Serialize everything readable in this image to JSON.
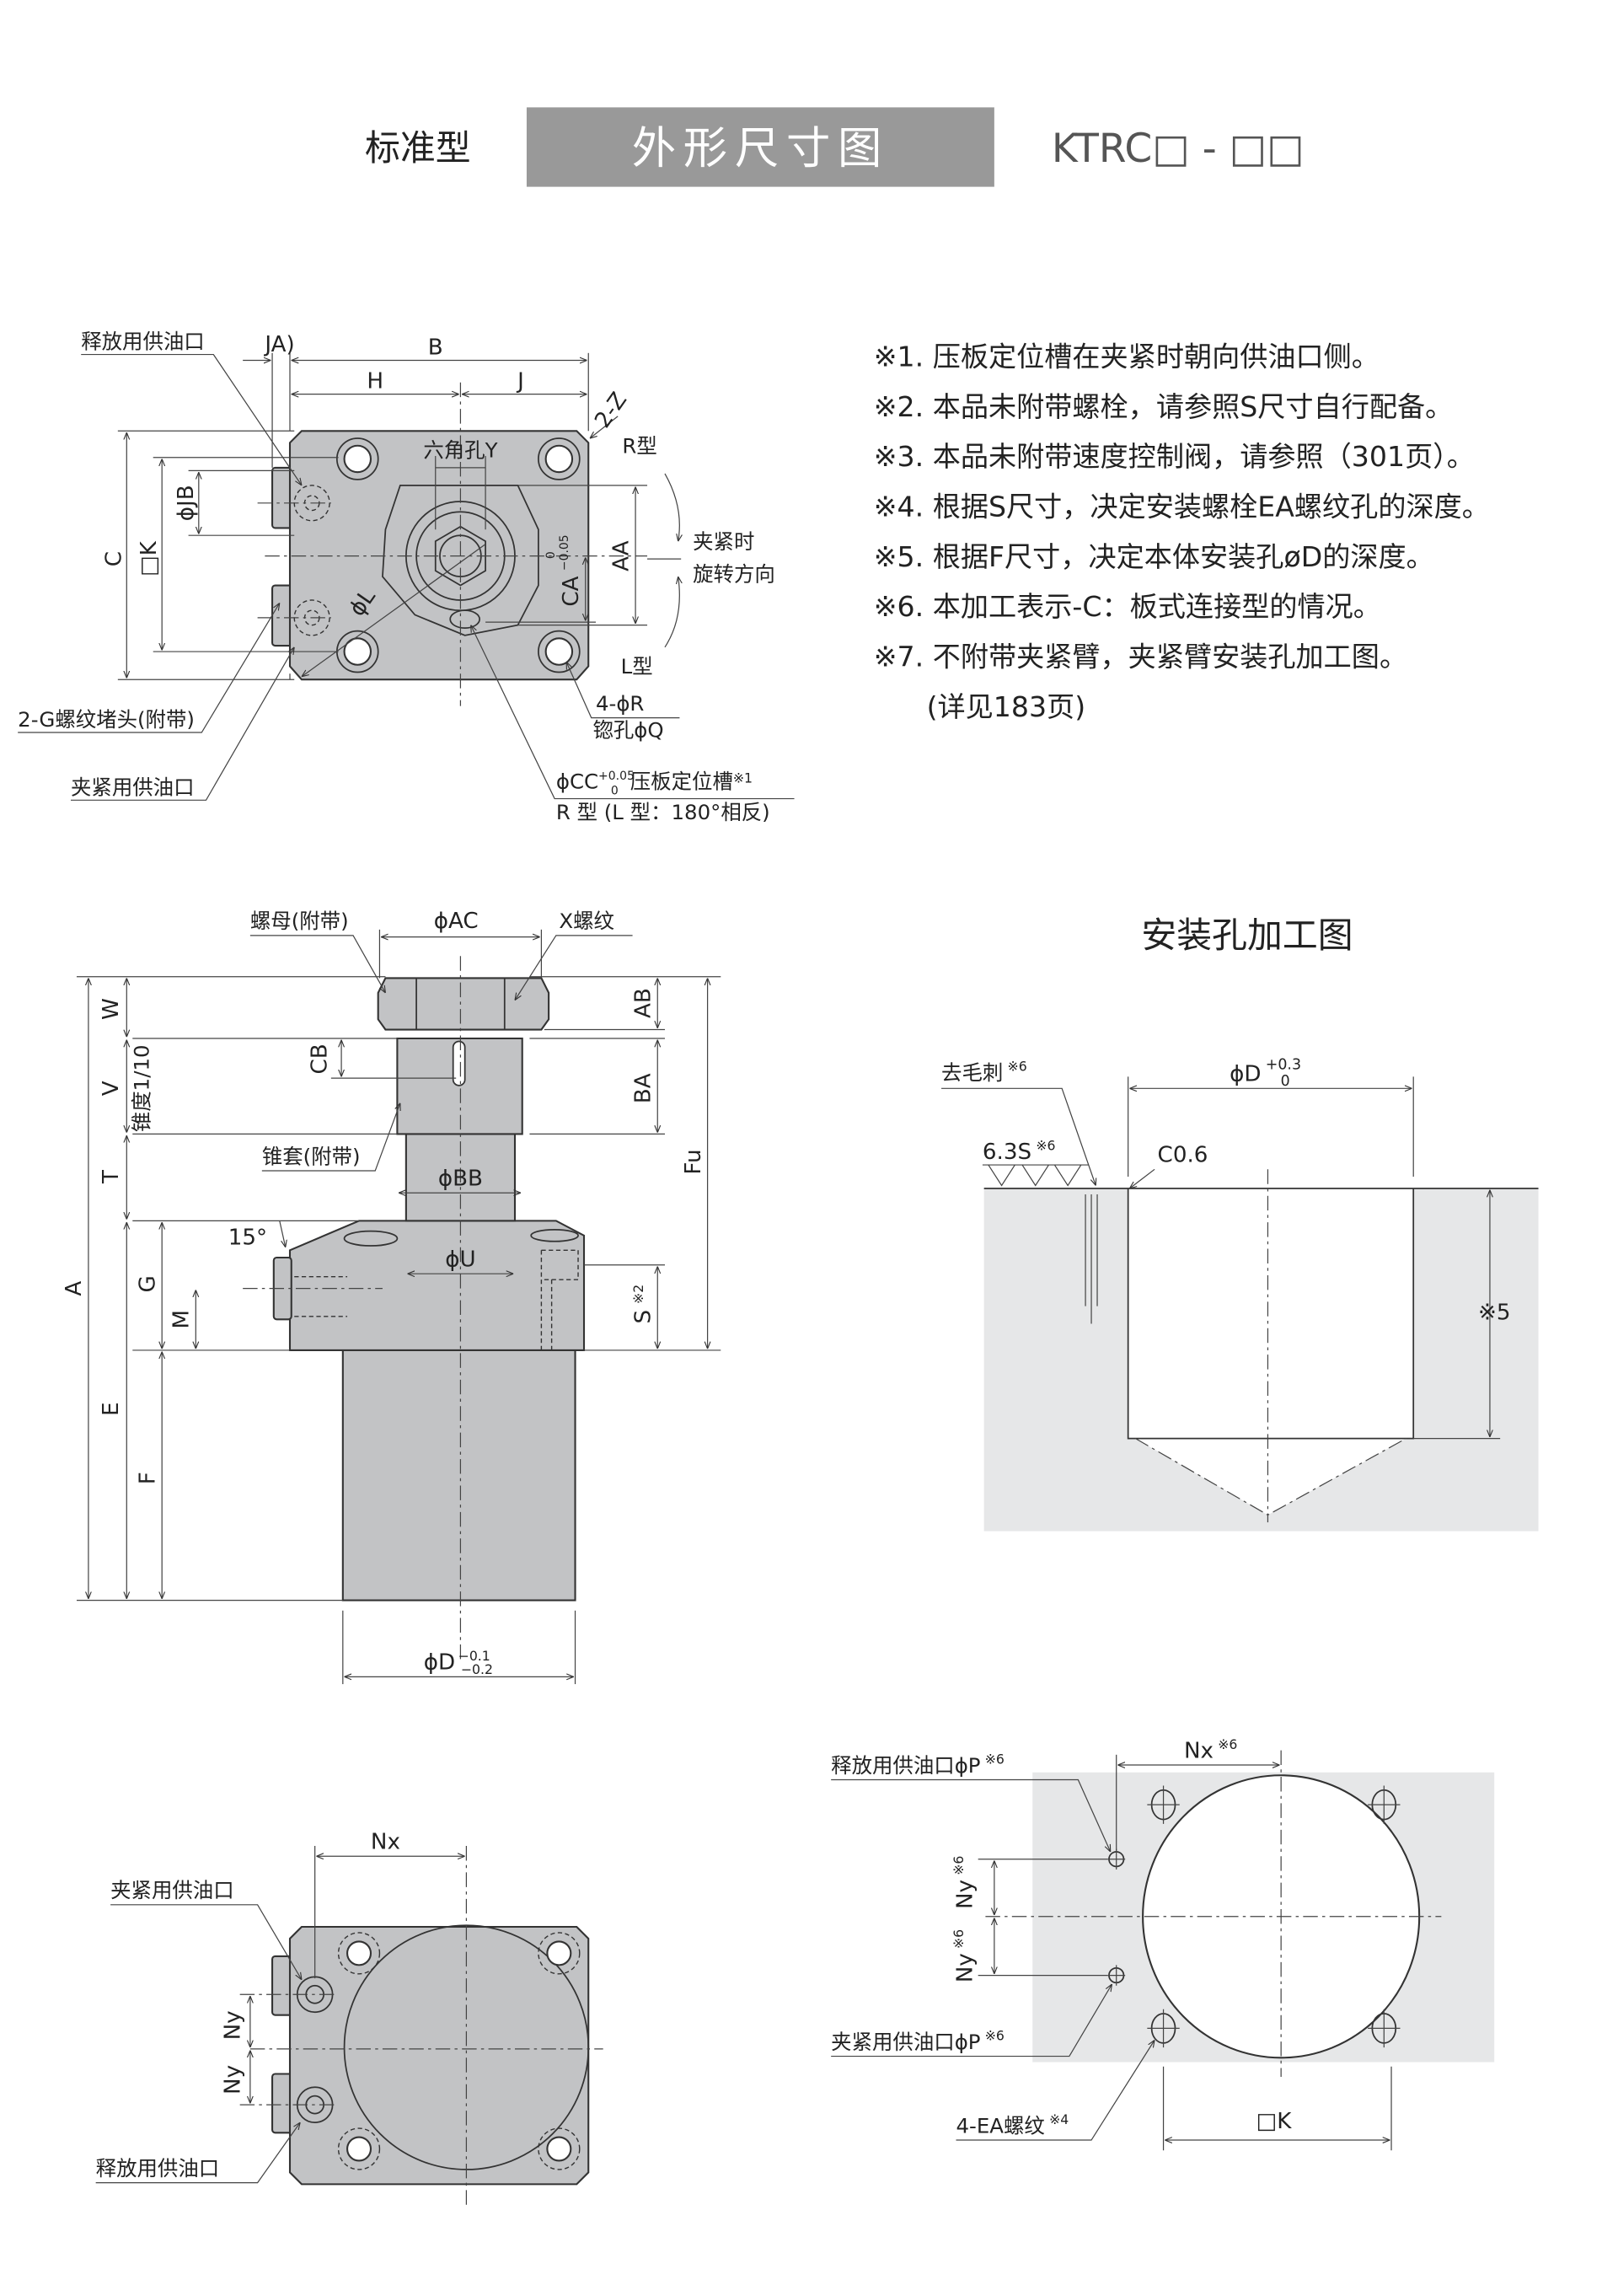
{
  "header": {
    "type_label": "标准型",
    "title": "外形尺寸图",
    "model": "KTRC□ - □□"
  },
  "colors": {
    "title_bg": "#999999",
    "part_fill": "#c2c3c5",
    "mount_bg": "#e6e7e8"
  },
  "top_view": {
    "release_port": "释放用供油口",
    "plug": "2-G螺纹堵头(附带)",
    "clamp_port": "夹紧用供油口",
    "ja": "JA)",
    "b": "B",
    "h": "H",
    "j": "J",
    "z": "2-Z",
    "c": "C",
    "k": "□K",
    "jb": "ϕJB",
    "l": "ϕL",
    "hex": "六角孔Y",
    "ca": "CA",
    "ca_tol_up": "0",
    "ca_tol_low": "−0.05",
    "aa": "AA",
    "r_type": "R型",
    "l_type": "L型",
    "rotation_1": "夹紧时",
    "rotation_2": "旋转方向",
    "r_holes": "4-ϕR",
    "counterbore": "锪孔ϕQ",
    "cc": "ϕCC",
    "cc_tol_up": "+0.05",
    "cc_tol_low": "0",
    "cc_desc": "压板定位槽",
    "cc_note": "※1",
    "cc_orient": "R 型 (L 型：180°相反)"
  },
  "notes": [
    "※1. 压板定位槽在夹紧时朝向供油口侧。",
    "※2. 本品未附带螺栓，请参照S尺寸自行配备。",
    "※3. 本品未附带速度控制阀，请参照（301页）。",
    "※4. 根据S尺寸，决定安装螺栓EA螺纹孔的深度。",
    "※5. 根据F尺寸，决定本体安装孔øD的深度。",
    "※6. 本加工表示-C：板式连接型的情况。",
    "※7. 不附带夹紧臂，夹紧臂安装孔加工图。",
    "(详见183页)"
  ],
  "side_view": {
    "nut": "螺母(附带)",
    "ac": "ϕAC",
    "x_thread": "X螺纹",
    "w": "W",
    "v": "V",
    "taper": "锥度1/10",
    "t": "T",
    "g": "G",
    "m": "M",
    "e": "E",
    "f": "F",
    "a": "A",
    "sleeve": "锥套(附带)",
    "cb": "CB",
    "ab": "AB",
    "ba": "BA",
    "fu": "Fu",
    "bb": "ϕBB",
    "angle": "15°",
    "u": "ϕU",
    "s": "S",
    "s_note": "※2",
    "d": "ϕD",
    "d_tol_up": "−0.1",
    "d_tol_low": "−0.2"
  },
  "mount_hole": {
    "title": "安装孔加工图",
    "deburr": "去毛刺",
    "deburr_note": "※6",
    "roughness": "6.3S",
    "roughness_note": "※6",
    "chamfer": "C0.6",
    "d": "ϕD",
    "d_tol_up": "+0.3",
    "d_tol_low": "0",
    "depth": "※5"
  },
  "bottom_view": {
    "clamp_port": "夹紧用供油口",
    "release_port": "释放用供油口",
    "nx": "Nx",
    "ny": "Ny"
  },
  "plate_view": {
    "release_port": "释放用供油口ϕP",
    "clamp_port": "夹紧用供油口ϕP",
    "port_note": "※6",
    "nx": "Nx",
    "ny": "Ny",
    "note6": "※6",
    "ea": "4-EA螺纹",
    "ea_note": "※4",
    "k": "□K"
  }
}
